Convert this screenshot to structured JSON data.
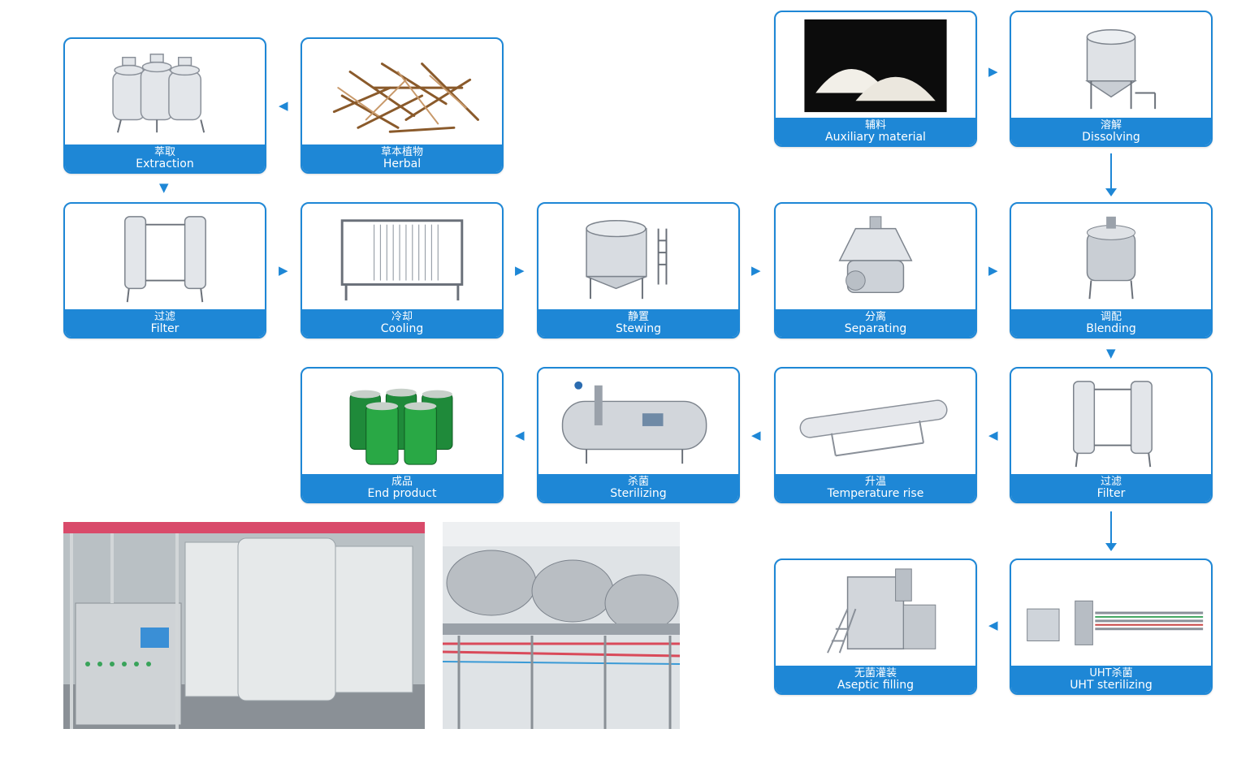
{
  "steps": {
    "extraction": {
      "zh": "萃取",
      "en": "Extraction"
    },
    "herbal": {
      "zh": "草本植物",
      "en": "Herbal"
    },
    "auxiliary": {
      "zh": "辅料",
      "en": "Auxiliary material"
    },
    "dissolving": {
      "zh": "溶解",
      "en": "Dissolving"
    },
    "filter1": {
      "zh": "过滤",
      "en": "Filter"
    },
    "cooling": {
      "zh": "冷却",
      "en": "Cooling"
    },
    "stewing": {
      "zh": "静置",
      "en": "Stewing"
    },
    "separating": {
      "zh": "分离",
      "en": "Separating"
    },
    "blending": {
      "zh": "调配",
      "en": "Blending"
    },
    "end_product": {
      "zh": "成品",
      "en": "End product"
    },
    "sterilizing": {
      "zh": "杀菌",
      "en": "Sterilizing"
    },
    "temp_rise": {
      "zh": "升温",
      "en": "Temperature rise"
    },
    "filter2": {
      "zh": "过滤",
      "en": "Filter"
    },
    "aseptic": {
      "zh": "无菌灌装",
      "en": "Aseptic filling"
    },
    "uht": {
      "zh": "UHT杀菌",
      "en": "UHT sterilizing"
    }
  },
  "colors": {
    "accent": "#1e87d6"
  },
  "icons": {
    "arrow_left": "◀",
    "arrow_right": "▶",
    "arrow_down": "▼"
  }
}
